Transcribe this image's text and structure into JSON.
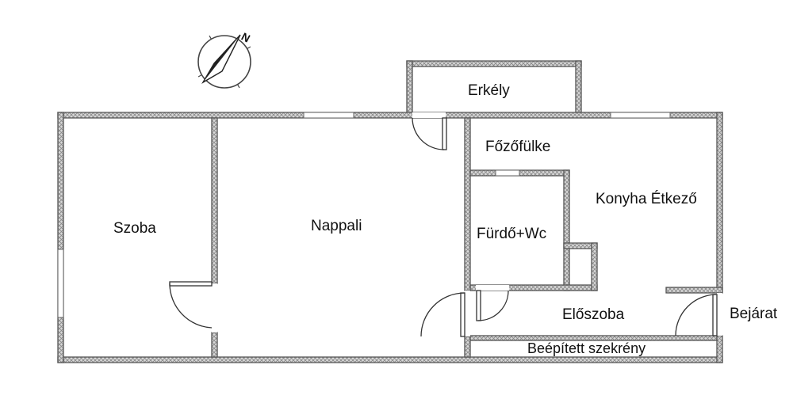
{
  "compass": {
    "north_label": "N",
    "icon": "compass-north-arrow"
  },
  "rooms": {
    "erkely": "Erkély",
    "szoba": "Szoba",
    "nappali": "Nappali",
    "fozofulke": "Főzőfülke",
    "konyha_etkezo": "Konyha Étkező",
    "furdo_wc": "Fürdő+Wc",
    "eloszoba": "Előszoba",
    "beepitett_szekreny": "Beépített szekrény",
    "bejarat": "Bejárat"
  },
  "colors": {
    "wall_fill": "#b8b8b8",
    "wall_stroke": "#555555",
    "text": "#111111"
  }
}
